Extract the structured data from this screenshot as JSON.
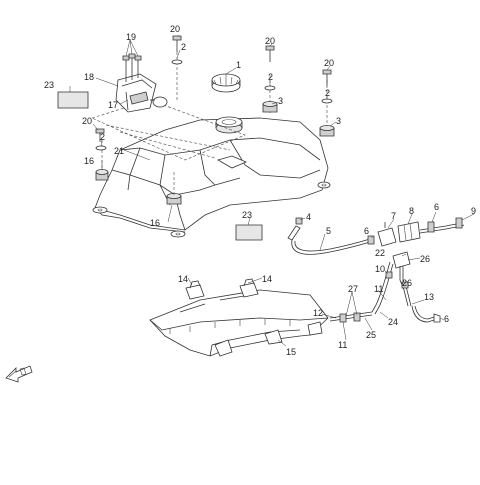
{
  "callouts": [
    {
      "id": "c1",
      "text": "1"
    },
    {
      "id": "c2a",
      "text": "2"
    },
    {
      "id": "c2b",
      "text": "2"
    },
    {
      "id": "c2c",
      "text": "2"
    },
    {
      "id": "c2d",
      "text": "2"
    },
    {
      "id": "c3a",
      "text": "3"
    },
    {
      "id": "c3b",
      "text": "3"
    },
    {
      "id": "c4",
      "text": "4"
    },
    {
      "id": "c5",
      "text": "5"
    },
    {
      "id": "c6a",
      "text": "6"
    },
    {
      "id": "c6b",
      "text": "6"
    },
    {
      "id": "c6c",
      "text": "6"
    },
    {
      "id": "c7",
      "text": "7"
    },
    {
      "id": "c8",
      "text": "8"
    },
    {
      "id": "c9",
      "text": "9"
    },
    {
      "id": "c10",
      "text": "10"
    },
    {
      "id": "c11a",
      "text": "11"
    },
    {
      "id": "c11b",
      "text": "11"
    },
    {
      "id": "c12",
      "text": "12"
    },
    {
      "id": "c13",
      "text": "13"
    },
    {
      "id": "c14a",
      "text": "14"
    },
    {
      "id": "c14b",
      "text": "14"
    },
    {
      "id": "c15",
      "text": "15"
    },
    {
      "id": "c16a",
      "text": "16"
    },
    {
      "id": "c16b",
      "text": "16"
    },
    {
      "id": "c17",
      "text": "17"
    },
    {
      "id": "c18",
      "text": "18"
    },
    {
      "id": "c19",
      "text": "19"
    },
    {
      "id": "c20a",
      "text": "20"
    },
    {
      "id": "c20b",
      "text": "20"
    },
    {
      "id": "c20c",
      "text": "20"
    },
    {
      "id": "c20d",
      "text": "20"
    },
    {
      "id": "c21",
      "text": "21"
    },
    {
      "id": "c22",
      "text": "22"
    },
    {
      "id": "c23a",
      "text": "23"
    },
    {
      "id": "c23b",
      "text": "23"
    },
    {
      "id": "c24",
      "text": "24"
    },
    {
      "id": "c25",
      "text": "25"
    },
    {
      "id": "c26a",
      "text": "26"
    },
    {
      "id": "c26b",
      "text": "26"
    },
    {
      "id": "c27",
      "text": "27"
    }
  ],
  "direction_marker": {
    "icon": "front-direction-arrow-icon"
  }
}
